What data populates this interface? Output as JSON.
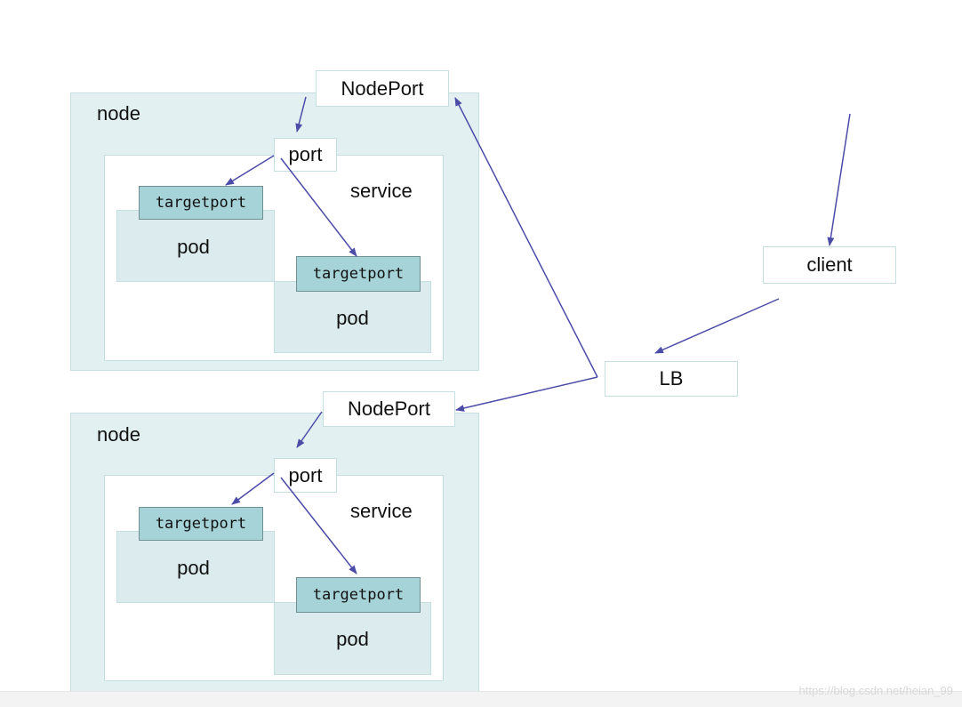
{
  "nodes": [
    {
      "label": "node",
      "nodeport": "NodePort",
      "port": "port",
      "service": "service",
      "pods": [
        {
          "targetport": "targetport",
          "label": "pod"
        },
        {
          "targetport": "targetport",
          "label": "pod"
        }
      ]
    },
    {
      "label": "node",
      "nodeport": "NodePort",
      "port": "port",
      "service": "service",
      "pods": [
        {
          "targetport": "targetport",
          "label": "pod"
        },
        {
          "targetport": "targetport",
          "label": "pod"
        }
      ]
    }
  ],
  "client": "client",
  "lb": "LB",
  "watermark": "https://blog.csdn.net/heian_99",
  "colors": {
    "node_fill": "#e2f0f2",
    "targetport_fill": "#a6d3d8",
    "arrow": "#4b4ba8"
  }
}
